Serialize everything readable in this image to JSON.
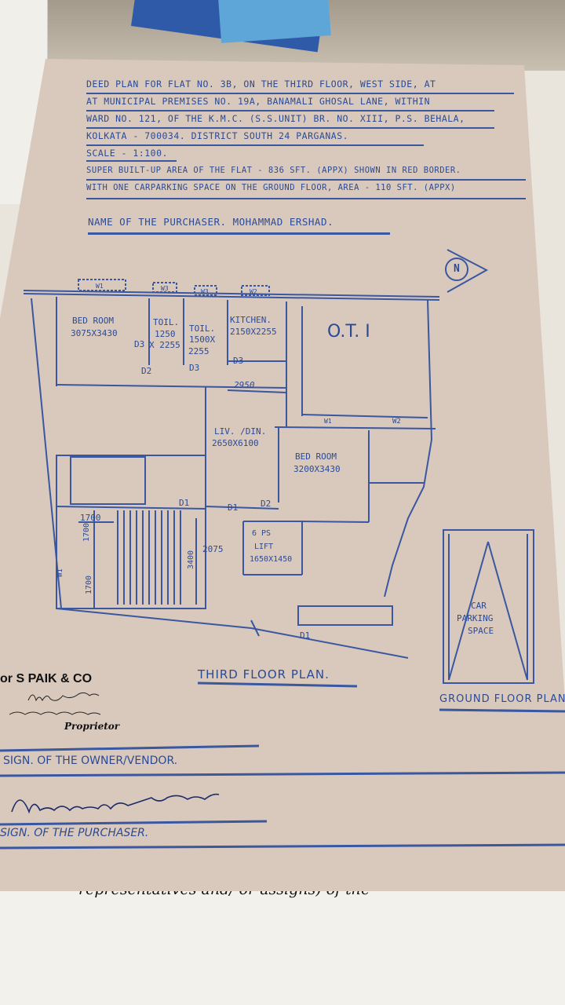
{
  "header": {
    "lines": [
      "DEED PLAN FOR FLAT NO. 3B, ON THE THIRD FLOOR, WEST SIDE, AT",
      "AT MUNICIPAL PREMISES NO. 19A, BANAMALI GHOSAL LANE, WITHIN",
      "WARD NO. 121, OF THE K.M.C. (S.S.UNIT) BR. NO. XIII, P.S. BEHALA,",
      "KOLKATA - 700034.  DISTRICT SOUTH 24 PARGANAS.",
      "SCALE - 1:100.",
      "SUPER BUILT-UP AREA OF THE FLAT - 836 SFT. (APPX) SHOWN IN RED BORDER.",
      "WITH ONE CARPARKING SPACE ON THE GROUND FLOOR, AREA - 110 SFT. (APPX)"
    ],
    "purchaser": "NAME OF THE PURCHASER.  MOHAMMAD ERSHAD."
  },
  "north": "N",
  "rooms": {
    "w1": "W1",
    "w3": "W3",
    "w3b": "W3",
    "w2": "W2",
    "bedroom1": "BED ROOM",
    "bedroom1_size": "3075X3430",
    "toil1": "TOIL.",
    "toil1_size": "1250",
    "toil1_size2": "X 2255",
    "toil2": "TOIL.",
    "toil2_size": "1500X",
    "toil2_size2": "2255",
    "kitchen": "KITCHEN.",
    "kitchen_size": "2150X2255",
    "ot": "O.T. I",
    "d3a": "D3",
    "d2a": "D2",
    "d3b": "D3",
    "d3c": "D3",
    "dim2950": "2950",
    "wi": "W1",
    "w2b": "W2",
    "livdin": "LIV. /DIN.",
    "livdin_size": "2650X6100",
    "bedroom2": "BED ROOM",
    "bedroom2_size": "3200X3430",
    "d1a": "D1",
    "d1b": "D1",
    "d2b": "D2",
    "dim1700a": "1700",
    "dim1700b": "1700",
    "dim1700c": "1700",
    "dim3400": "3400",
    "dim2075": "2075",
    "lift1": "6 PS",
    "lift2": "LIFT",
    "lift3": "1650X1450",
    "w1side": "W1",
    "d1c": "D1"
  },
  "car": {
    "l1": "CAR",
    "l2": "PARKING",
    "l3": "SPACE"
  },
  "third_floor_plan": "THIRD FLOOR PLAN.",
  "ground_floor_plan": "GROUND FLOOR PLAN",
  "company": "or S PAIK & CO",
  "proprietor": "Proprietor",
  "sign_owner": "SIGN. OF THE OWNER/VENDOR.",
  "sign_purchaser": "SIGN. OF THE PURCHASER.",
  "bottom_text": "representatives and/ or assigns) of the"
}
